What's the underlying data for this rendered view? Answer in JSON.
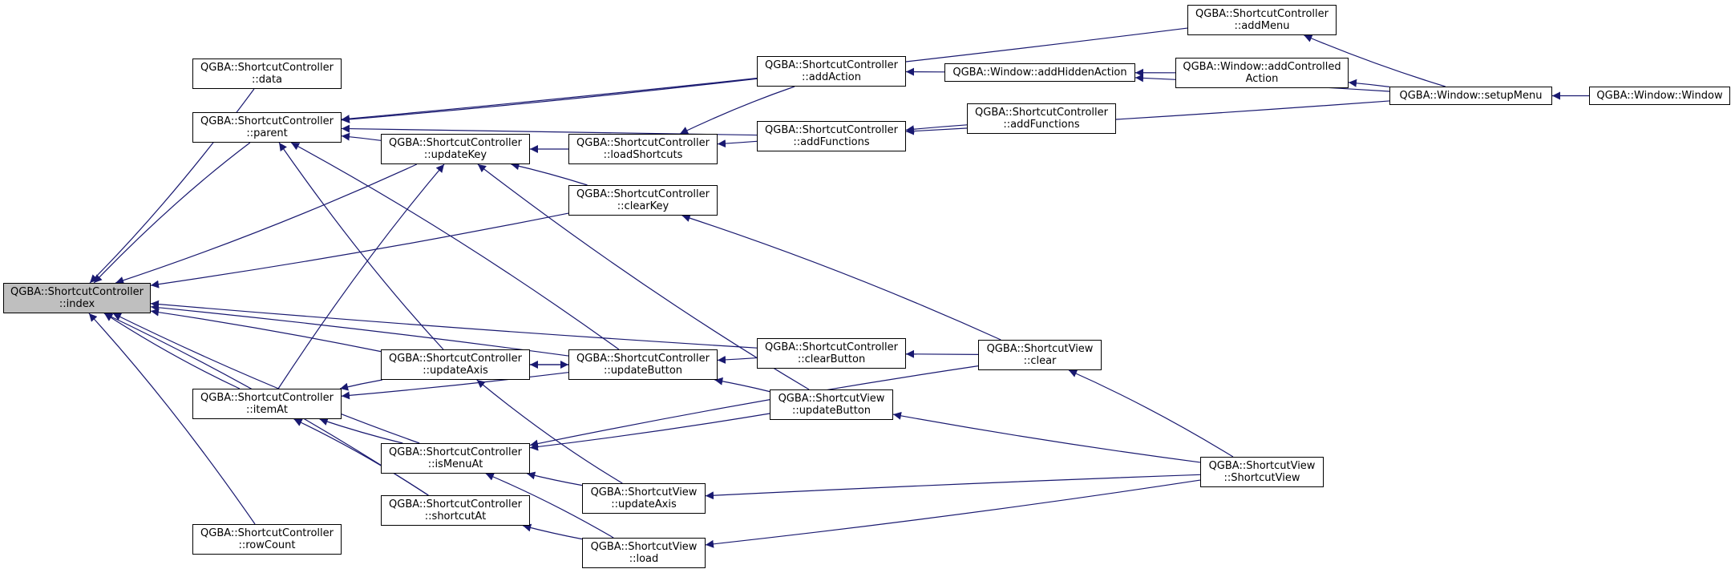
{
  "colors": {
    "edge": "#191970",
    "root_fill": "#bfbfbf",
    "node_fill": "#ffffff",
    "border": "#000000"
  },
  "nodes": [
    {
      "id": "index",
      "lines": [
        "QGBA::ShortcutController",
        "::index"
      ],
      "root": true
    },
    {
      "id": "data",
      "lines": [
        "QGBA::ShortcutController",
        "::data"
      ]
    },
    {
      "id": "parent",
      "lines": [
        "QGBA::ShortcutController",
        "::parent"
      ]
    },
    {
      "id": "itemAt",
      "lines": [
        "QGBA::ShortcutController",
        "::itemAt"
      ]
    },
    {
      "id": "rowCount",
      "lines": [
        "QGBA::ShortcutController",
        "::rowCount"
      ]
    },
    {
      "id": "updateKey",
      "lines": [
        "QGBA::ShortcutController",
        "::updateKey"
      ]
    },
    {
      "id": "updateAxis",
      "lines": [
        "QGBA::ShortcutController",
        "::updateAxis"
      ]
    },
    {
      "id": "isMenuAt",
      "lines": [
        "QGBA::ShortcutController",
        "::isMenuAt"
      ]
    },
    {
      "id": "shortcutAt",
      "lines": [
        "QGBA::ShortcutController",
        "::shortcutAt"
      ]
    },
    {
      "id": "loadShortcuts",
      "lines": [
        "QGBA::ShortcutController",
        "::loadShortcuts"
      ]
    },
    {
      "id": "clearKey",
      "lines": [
        "QGBA::ShortcutController",
        "::clearKey"
      ]
    },
    {
      "id": "updateButton",
      "lines": [
        "QGBA::ShortcutController",
        "::updateButton"
      ]
    },
    {
      "id": "svUpdateAxis",
      "lines": [
        "QGBA::ShortcutView",
        "::updateAxis"
      ]
    },
    {
      "id": "svLoad",
      "lines": [
        "QGBA::ShortcutView",
        "::load"
      ]
    },
    {
      "id": "addAction",
      "lines": [
        "QGBA::ShortcutController",
        "::addAction"
      ]
    },
    {
      "id": "addFunctions",
      "lines": [
        "QGBA::ShortcutController",
        "::addFunctions"
      ]
    },
    {
      "id": "clearButton",
      "lines": [
        "QGBA::ShortcutController",
        "::clearButton"
      ]
    },
    {
      "id": "svUpdateButton",
      "lines": [
        "QGBA::ShortcutView",
        "::updateButton"
      ]
    },
    {
      "id": "addHiddenAction",
      "lines": [
        "QGBA::Window::addHiddenAction"
      ]
    },
    {
      "id": "addFunctions2",
      "lines": [
        "QGBA::ShortcutController",
        "::addFunctions"
      ]
    },
    {
      "id": "svClear",
      "lines": [
        "QGBA::ShortcutView",
        "::clear"
      ]
    },
    {
      "id": "addMenu",
      "lines": [
        "QGBA::ShortcutController",
        "::addMenu"
      ]
    },
    {
      "id": "addControlledAction",
      "lines": [
        "QGBA::Window::addControlled",
        "Action"
      ]
    },
    {
      "id": "shortcutView",
      "lines": [
        "QGBA::ShortcutView",
        "::ShortcutView"
      ]
    },
    {
      "id": "setupMenu",
      "lines": [
        "QGBA::Window::setupMenu"
      ]
    },
    {
      "id": "windowCtor",
      "lines": [
        "QGBA::Window::Window"
      ]
    }
  ],
  "edges": [
    [
      "data",
      "index"
    ],
    [
      "parent",
      "index"
    ],
    [
      "itemAt",
      "index"
    ],
    [
      "rowCount",
      "index"
    ],
    [
      "updateKey",
      "index"
    ],
    [
      "updateAxis",
      "index"
    ],
    [
      "isMenuAt",
      "index"
    ],
    [
      "shortcutAt",
      "index"
    ],
    [
      "clearKey",
      "index"
    ],
    [
      "updateButton",
      "index"
    ],
    [
      "clearButton",
      "index"
    ],
    [
      "updateKey",
      "parent"
    ],
    [
      "updateAxis",
      "parent"
    ],
    [
      "updateButton",
      "parent"
    ],
    [
      "addAction",
      "parent"
    ],
    [
      "addFunctions",
      "parent"
    ],
    [
      "addMenu",
      "parent"
    ],
    [
      "updateAxis",
      "itemAt"
    ],
    [
      "isMenuAt",
      "itemAt"
    ],
    [
      "shortcutAt",
      "itemAt"
    ],
    [
      "updateButton",
      "itemAt"
    ],
    [
      "itemAt",
      "updateKey"
    ],
    [
      "loadShortcuts",
      "updateKey"
    ],
    [
      "clearKey",
      "updateKey"
    ],
    [
      "svUpdateButton",
      "updateKey"
    ],
    [
      "updateButton",
      "updateAxis"
    ],
    [
      "svUpdateAxis",
      "updateAxis"
    ],
    [
      "updateAxis",
      "updateButton"
    ],
    [
      "clearButton",
      "updateButton"
    ],
    [
      "svUpdateButton",
      "updateButton"
    ],
    [
      "svUpdateButton",
      "isMenuAt"
    ],
    [
      "svClear",
      "isMenuAt"
    ],
    [
      "svUpdateAxis",
      "isMenuAt"
    ],
    [
      "svLoad",
      "isMenuAt"
    ],
    [
      "svLoad",
      "shortcutAt"
    ],
    [
      "addAction",
      "loadShortcuts"
    ],
    [
      "addFunctions",
      "loadShortcuts"
    ],
    [
      "svClear",
      "clearKey"
    ],
    [
      "addHiddenAction",
      "addAction"
    ],
    [
      "addFunctions2",
      "addFunctions"
    ],
    [
      "setupMenu",
      "addFunctions"
    ],
    [
      "svClear",
      "clearButton"
    ],
    [
      "shortcutView",
      "svUpdateButton"
    ],
    [
      "shortcutView",
      "svUpdateAxis"
    ],
    [
      "shortcutView",
      "svLoad"
    ],
    [
      "shortcutView",
      "svClear"
    ],
    [
      "addControlledAction",
      "addHiddenAction"
    ],
    [
      "setupMenu",
      "addHiddenAction"
    ],
    [
      "setupMenu",
      "addMenu"
    ],
    [
      "setupMenu",
      "addControlledAction"
    ],
    [
      "windowCtor",
      "setupMenu"
    ]
  ]
}
